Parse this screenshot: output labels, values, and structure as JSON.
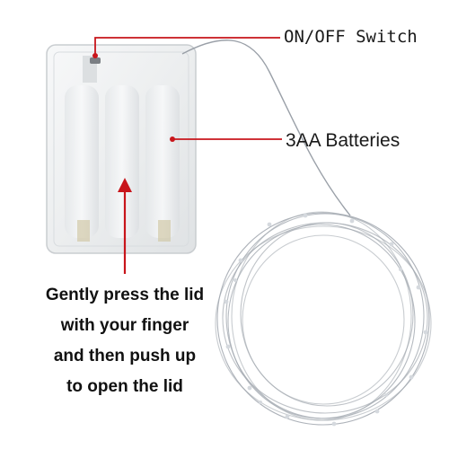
{
  "labels": {
    "switch": "ON/OFF Switch",
    "batteries": "3AA Batteries"
  },
  "instructions": [
    "Gently press the lid",
    "with your finger",
    "and then push up",
    "to open the lid"
  ],
  "colors": {
    "callout": "#c8151b",
    "wire": "#9aa0a8",
    "case": "#eef0f1"
  }
}
